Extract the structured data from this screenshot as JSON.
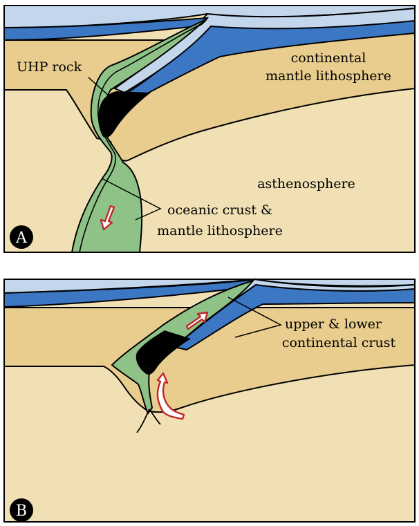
{
  "figure": {
    "panel_a": {
      "badge": "A",
      "labels": {
        "uhp_rock": "UHP rock",
        "cml_line1": "continental",
        "cml_line2": "mantle lithosphere",
        "astheno": "asthenosphere",
        "ocean_line1": "oceanic crust &",
        "ocean_line2": "mantle lithosphere"
      }
    },
    "panel_b": {
      "badge": "B",
      "labels": {
        "crust_line1": "upper & lower",
        "crust_line2": "continental crust"
      }
    },
    "colors": {
      "asthenosphere": "#f0e0b4",
      "mantle_lithosphere": "#e8cd8e",
      "lower_crust": "#3c77c4",
      "upper_crust": "#c3d6ec",
      "oceanic": "#8ec287",
      "uhp_rock": "#000000",
      "arrow": "#c0282e"
    }
  }
}
